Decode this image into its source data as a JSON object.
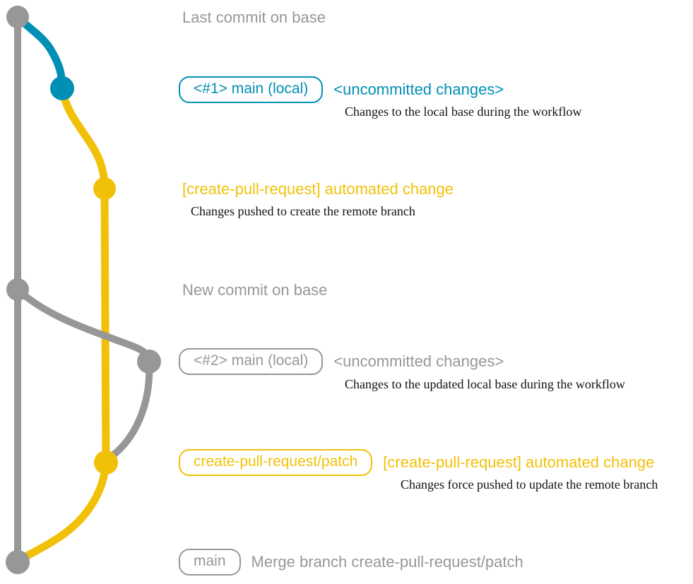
{
  "colors": {
    "base": "#979797",
    "main_local": "#008fb5",
    "cpr": "#f1c109",
    "annotation": "#111111",
    "background": "#ffffff"
  },
  "rows": {
    "last_commit": {
      "message": "Last commit on base"
    },
    "main_local_1": {
      "branch_label": "<#1> main (local)",
      "message": "<uncommitted changes>",
      "annotation": "Changes to the local base during the workflow"
    },
    "cpr_1": {
      "message": "[create-pull-request] automated change",
      "annotation": "Changes pushed to create the remote branch"
    },
    "new_commit": {
      "message": "New commit on base"
    },
    "main_local_2": {
      "branch_label": "<#2> main (local)",
      "message": "<uncommitted changes>",
      "annotation": "Changes to the updated local base during the workflow"
    },
    "cpr_2": {
      "branch_label": "create-pull-request/patch",
      "message": "[create-pull-request] automated change",
      "annotation": "Changes force pushed to update the remote branch"
    },
    "merge": {
      "branch_label": "main",
      "message": "Merge branch create-pull-request/patch"
    }
  }
}
